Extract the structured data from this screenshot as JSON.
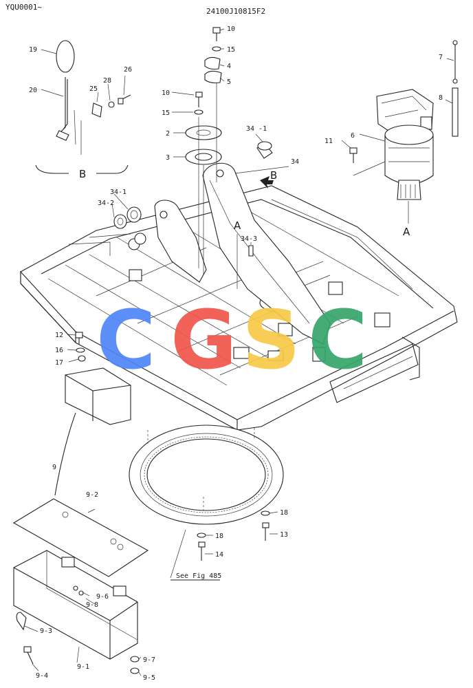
{
  "header": {
    "catalog_code": "YQU0001~",
    "drawing_number": "24100J10815F2"
  },
  "watermark": {
    "letters": [
      "C",
      "G",
      "S",
      "C"
    ],
    "colors": [
      "#4f86f7",
      "#f0564a",
      "#f7c948",
      "#36a56b"
    ]
  },
  "callouts": {
    "c10a": "10",
    "c15a": "15",
    "c4": "4",
    "c5": "5",
    "c19": "19",
    "c20": "20",
    "c25": "25",
    "c28": "28",
    "c26": "26",
    "c10b": "10",
    "c15b": "15",
    "c2": "2",
    "c3": "3",
    "c34_1a": "34 -1",
    "c34_1b": "34-1",
    "c34_2": "34-2",
    "c34_3": "34-3",
    "c34": "34",
    "c7": "7",
    "c8": "8",
    "c6": "6",
    "c11": "11",
    "c12": "12",
    "c16": "16",
    "c17": "17",
    "c9": "9",
    "c9_2": "9-2",
    "c9_6": "9-6",
    "c9_8": "9-8",
    "c9_3": "9-3",
    "c9_1": "9-1",
    "c9_4": "9-4",
    "c9_7": "9-7",
    "c9_5": "9-5",
    "c18a": "18",
    "c18b": "18",
    "c13": "13",
    "c14": "14"
  },
  "groups": {
    "group_b": "B",
    "arrow_b": "B",
    "view_a_frame": "A",
    "view_a_motor": "A"
  },
  "references": {
    "see_fig": "See Fig 485"
  }
}
